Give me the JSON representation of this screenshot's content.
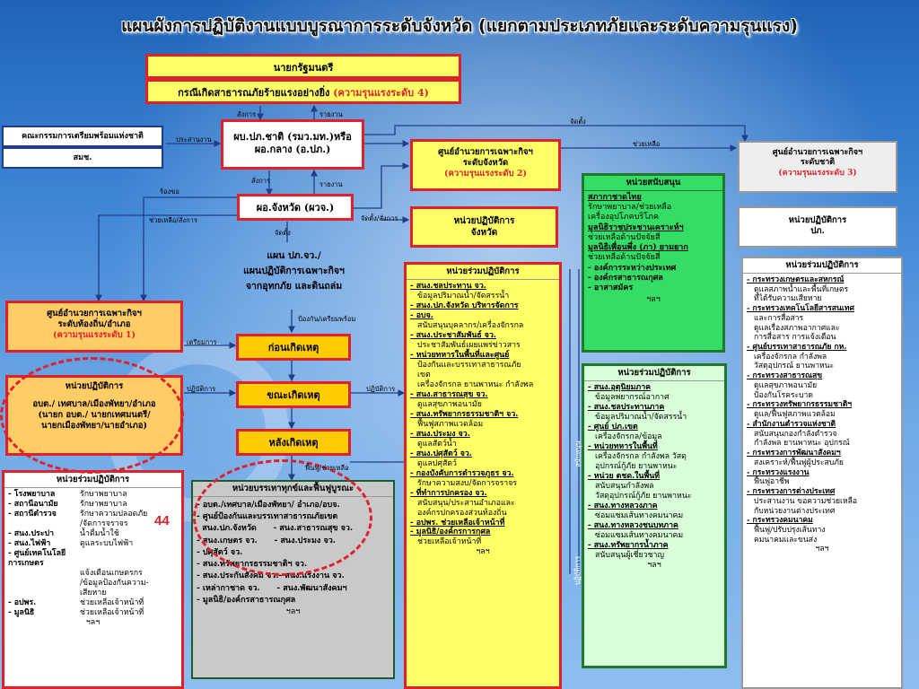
{
  "title": "แผนผังการปฏิบัติงานแบบบูรณาการระดับจังหวัด (แยกตามประเภทภัยและระดับความรุนแรง)",
  "top": {
    "pm": "นายกรัฐมนตรี",
    "case": "กรณีเกิดสาธารณภัยร้ายแรงอย่างยิ่ง",
    "case_level": "(ความรุนแรงระดับ 4)"
  },
  "left_top": {
    "committee": "คณะกรรมการเตรียมพร้อมแห่งชาติ",
    "nsc": "สมช."
  },
  "national_cmd": {
    "line1": "ผบ.ปภ.ชาติ (รมว.มท.)หรือ",
    "line2": "ผอ.กลาง (อ.ปภ.)"
  },
  "provincial_cmd": {
    "label": "ผอ.จังหวัด (ผวจ.)"
  },
  "plan_text": {
    "l1": "แผน ปภ.จว./",
    "l2": "แผนปฏิบัติการเฉพาะกิจฯ",
    "l3": "จากอุทกภัย และดินถล่ม"
  },
  "center_prov": {
    "l1": "ศูนย์อำนวยการเฉพาะกิจฯ",
    "l2": "ระดับจังหวัด",
    "l3": "(ความรุนแรงระดับ 2)"
  },
  "ops_prov": {
    "l1": "หน่วยปฏิบัติการ",
    "l2": "จังหวัด"
  },
  "center_nat": {
    "l1": "ศูนย์อำนวยการเฉพาะกิจฯ",
    "l2": "ระดับชาติ",
    "l3": "(ความรุนแรงระดับ 3)"
  },
  "ops_nat": {
    "l1": "หน่วยปฏิบัติการ",
    "l2": "ปภ."
  },
  "center_local": {
    "l1": "ศูนย์อำนวยการเฉพาะกิจฯ",
    "l2": "ระดับท้องถิ่น/อำเภอ",
    "l3": "(ความรุนแรงระดับ 1)"
  },
  "ops_local": {
    "head": "หน่วยปฏิบัติการ",
    "l1": "อบต./ เทศบาล/เมืองพัทยา/อำเภอ",
    "l2": "(นายก อบต./ นายกเทศมนตรี/",
    "l3": "นายกเมืองพัทยา/นายอำเภอ)"
  },
  "phases": {
    "before": "ก่อนเกิดเหตุ",
    "during": "ขณะเกิดเหตุ",
    "after": "หลังเกิดเหตุ"
  },
  "arrows": {
    "order1": "สั่งการ",
    "report1": "รายงาน",
    "order2": "สั่งการ",
    "report2": "รายงาน",
    "coordinate": "ประสานงาน",
    "report3": "ร้องขอ",
    "help_order": "ช่วยเหลือ/สั่งการ",
    "establish": "จัดตั้ง",
    "establish2": "จัดตั้ง",
    "establish_order": "จัดตั้ง/สั่งการ",
    "help": "ช่วยเหลือ",
    "prevent": "ป้องกัน/เตรียมพร้อม",
    "prepare": "เตรียมการ",
    "operate1": "ปฏิบัติการ",
    "operate2": "ปฏิบัติการ",
    "restore": "ฟื้นฟู/ช่วยเหลือ",
    "side1": "สนับสนุน",
    "side2": "ปฏิบัติการ"
  },
  "support": {
    "head": "หน่วยสนับสนุน",
    "items": [
      "สภากาชาดไทย",
      "รักษาพยาบาล/ช่วยเหลือ",
      "เครื่องอุปโภคบริโภค",
      "มูลนิธิราชประชานุเคราะห์ฯ",
      "ช่วยเหลือด้านปัจจัยสี่",
      "มูลนิธิเพื่อนพึ่ง (ภา) ยามยาก",
      "ช่วยเหลือด้านปัจจัยสี่",
      "องค์การระหว่างประเทศ",
      "องค์กรสาธารณกุศล",
      "อาสาสมัคร"
    ],
    "etc": "ฯลฯ"
  },
  "joint_mid": {
    "head": "หน่วยร่วมปฏิบัติการ",
    "items": [
      "สนง.ชลประทาน จว.",
      "ข้อมูลปริมาณน้ำ/จัดสรรน้ำ",
      "สนง.ปภ.จังหวัด บริหารจัดการ",
      "อบจ.",
      "สนับสนุนบุคลากร/เครื่องจักรกล",
      "สนง.ประชาสัมพันธ์ จว.",
      "ประชาสัมพันธ์เผยแพร่ข่าวสาร",
      "หน่วยทหารในพื้นที่และศูนย์",
      "ป้องกันและบรรเทาสาธารณภัย",
      "เขต",
      "เครื่องจักรกล ยานพาหนะ กำลังพล",
      "สนง.สาธารณสุข จว.",
      "ดูแลสุขภาพอนามัย",
      "สนง.ทรัพยากรธรรมชาติฯ จว.",
      "ฟื้นฟูสภาพแวดล้อม",
      "สนง.ประมง จว.",
      "ดูแลสัตว์น้ำ",
      "สนง.ปศุสัตว์ จว.",
      "ดูแลปศุสัตว์",
      "กองบังคับการตำรวจภูธร จว.",
      "รักษาความสงบ/จัดการจราจร",
      "ที่ทำการปกครอง จว.",
      "สนับสนุน/ประสานอำเภอและ",
      "องค์กรปกครองส่วนท้องถิ่น",
      "อปพร. ช่วยเหลือเจ้าหน้าที่",
      "มูลนิธิ/องค์กรการกุศล",
      "ช่วยเหลือเจ้าหน้าที่"
    ],
    "etc": "ฯลฯ"
  },
  "joint_right": {
    "head": "หน่วยร่วมปฏิบัติการ",
    "items": [
      "สนง.อุตุนิยมภาค",
      "ข้อมูลพยากรณ์อากาศ",
      "สนง.ชลประทานภาค",
      "ข้อมูลปริมาณน้ำ/จัดสรรน้ำ",
      "ศูนย์ ปภ.เขต",
      "เครื่องจักรกล/ข้อมูล",
      "หน่วยทหารในพื้นที่",
      "เครื่องจักรกล กำลังพล วัสดุ",
      "อุปกรณ์กู้ภัย ยานพาหนะ",
      "หน่วย ตชด.ในพื้นที่",
      "สนับสนุนกำลังพล",
      "วัสดุอุปกรณ์กู้ภัย ยานพาหนะ",
      "สนง.ทางหลวงภาค",
      "ซ่อมแซมเส้นทางคมนาคม",
      "สนง.ทางหลวงชนบทภาค",
      "ซ่อมแซมเส้นทางคมนาคม",
      "สนง.ทรัพยากรน้ำภาค",
      "สนับสนุนผู้เชี่ยวชาญ"
    ],
    "etc": "ฯลฯ"
  },
  "joint_far": {
    "head": "หน่วยร่วมปฏิบัติการ",
    "items": [
      "กระทรวงเกษตรและสหกรณ์",
      "ดูแลสภาพน้ำและพื้นที่เกษตร",
      "ที่ได้รับความเสียหาย",
      "กระทรวงเทคโนโลยีสารสนเทศ",
      "และการสื่อสาร",
      "ดูแลเรื่องสภาพอากาศและ",
      "การสื่อสาร การแจ้งเตือน",
      "ศูนย์บรรเทาสาธารณภัย กห.",
      "เครื่องจักรกล กำลังพล",
      "วัสดุอุปกรณ์ ยานพาหนะ",
      "กระทรวงสาธารณสุข",
      "ดูแลสุขภาพอนามัย",
      "ป้องกันโรคระบาด",
      "กระทรวงทรัพยากรธรรมชาติฯ",
      "ดูแล/ฟื้นฟูสภาพแวดล้อม",
      "สำนักงานตำรวจแห่งชาติ",
      "สนับสนุนกองกำลังตำรวจ",
      "กำลังพล ยานพาหนะ อุปกรณ์",
      "กระทรวงการพัฒนาสังคมฯ",
      "สงเคราะห์/ฟื้นฟูผู้ประสบภัย",
      "กระทรวงแรงงาน",
      "ฟื้นฟูอาชีพ",
      "กระทรวงการต่างประเทศ",
      "ประสานงาน ขอความช่วยเหลือ",
      "กับหน่วยงานต่างประเทศ",
      "กระทรวงคมนาคม",
      "ฟื้นฟู/ปรับปรุงเส้นทาง",
      "คมนาคมและขนส่ง"
    ],
    "etc": "ฯลฯ"
  },
  "joint_left": {
    "head": "หน่วยร่วมปฏิบัติการ",
    "rows": [
      [
        "- โรงพยาบาล",
        "รักษาพยาบาล"
      ],
      [
        "- สถานีอนามัย",
        "รักษาพยาบาล"
      ],
      [
        "- สถานีตำรวจ",
        "รักษาความปลอดภัย"
      ],
      [
        "",
        "/จัดการจราจร"
      ],
      [
        "- สนง.ประปา",
        "น้ำดื่มน้ำใช้"
      ],
      [
        "- สนง.ไฟฟ้า",
        "ดูแลระบบไฟฟ้า"
      ],
      [
        "- ศูนย์เทคโนโลยีการเกษตร",
        ""
      ],
      [
        "",
        "แจ้งเตือนเกษตรกร"
      ],
      [
        "",
        "/ข้อมูลป้องกันความ-"
      ],
      [
        "",
        "เสียหาย"
      ],
      [
        "- อปพร.",
        "ช่วยเหลือเจ้าหน้าที่"
      ],
      [
        "- มูลนิธิ",
        "ช่วยเหลือเจ้าหน้าที่"
      ]
    ],
    "etc": "ฯลฯ"
  },
  "recovery": {
    "head": "หน่วยบรรเทาทุกข์และฟื้นฟูบูรณะ",
    "lines": [
      "- อบต./เทศบาล/เมืองพัทยา/ อำเภอ/อบจ.",
      "- ศูนย์ป้องกันและบรรเทาสาธารณภัยเขต",
      "  สนง.ปภ.จังหวัด      - สนง.สาธารณสุข จว.",
      "- สนง.เกษตร จว.      - สนง.ประมง จว.",
      "- ปศุสัตว์ จว.",
      "- สนง.ทรัพยากรธรรมชาติฯ จว.",
      "- สนง.ประกันสังคม จว.- สนง.แรงงาน จว.",
      "- เหล่ากาชาด จว.      - สนง.พัฒนาสังคมฯ",
      "- มูลนิธิ/องค์กรสาธารณกุศล"
    ],
    "etc": "ฯลฯ"
  },
  "page_number": "44",
  "colors": {
    "red": "#e0202a",
    "yellow": "#ffff66",
    "green": "#33dd66",
    "navy": "#1e3f88"
  }
}
